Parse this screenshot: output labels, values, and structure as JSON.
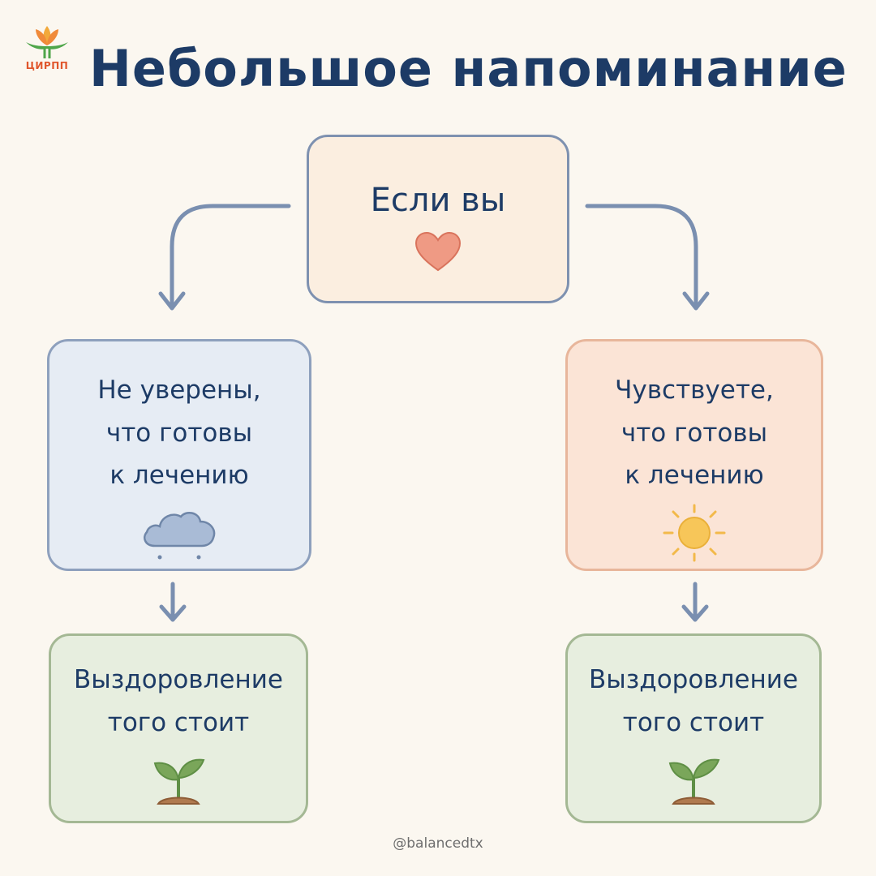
{
  "logo": {
    "text": "ЦИРПП"
  },
  "title": "Небольшое напоминание",
  "top": {
    "label": "Если вы",
    "icon": "heart-icon"
  },
  "left": {
    "label": "Не уверены,\nчто готовы\nк лечению",
    "icon": "cloud-icon"
  },
  "right": {
    "label": "Чувствуете,\nчто готовы\nк лечению",
    "icon": "sun-icon"
  },
  "left_result": {
    "label": "Выздоровление\nтого стоит",
    "icon": "sprout-icon"
  },
  "right_result": {
    "label": "Выздоровление\nтого стоит",
    "icon": "sprout-icon"
  },
  "handle": "@balancedtx",
  "colors": {
    "title": "#1d3b66",
    "connector": "#7a8fb0",
    "heart": "#ef9a84",
    "cloud": "#a9bbd6",
    "sun": "#f7c659",
    "leaf": "#7aa65a",
    "soil": "#b07a4f",
    "logo": "#e0562c"
  }
}
